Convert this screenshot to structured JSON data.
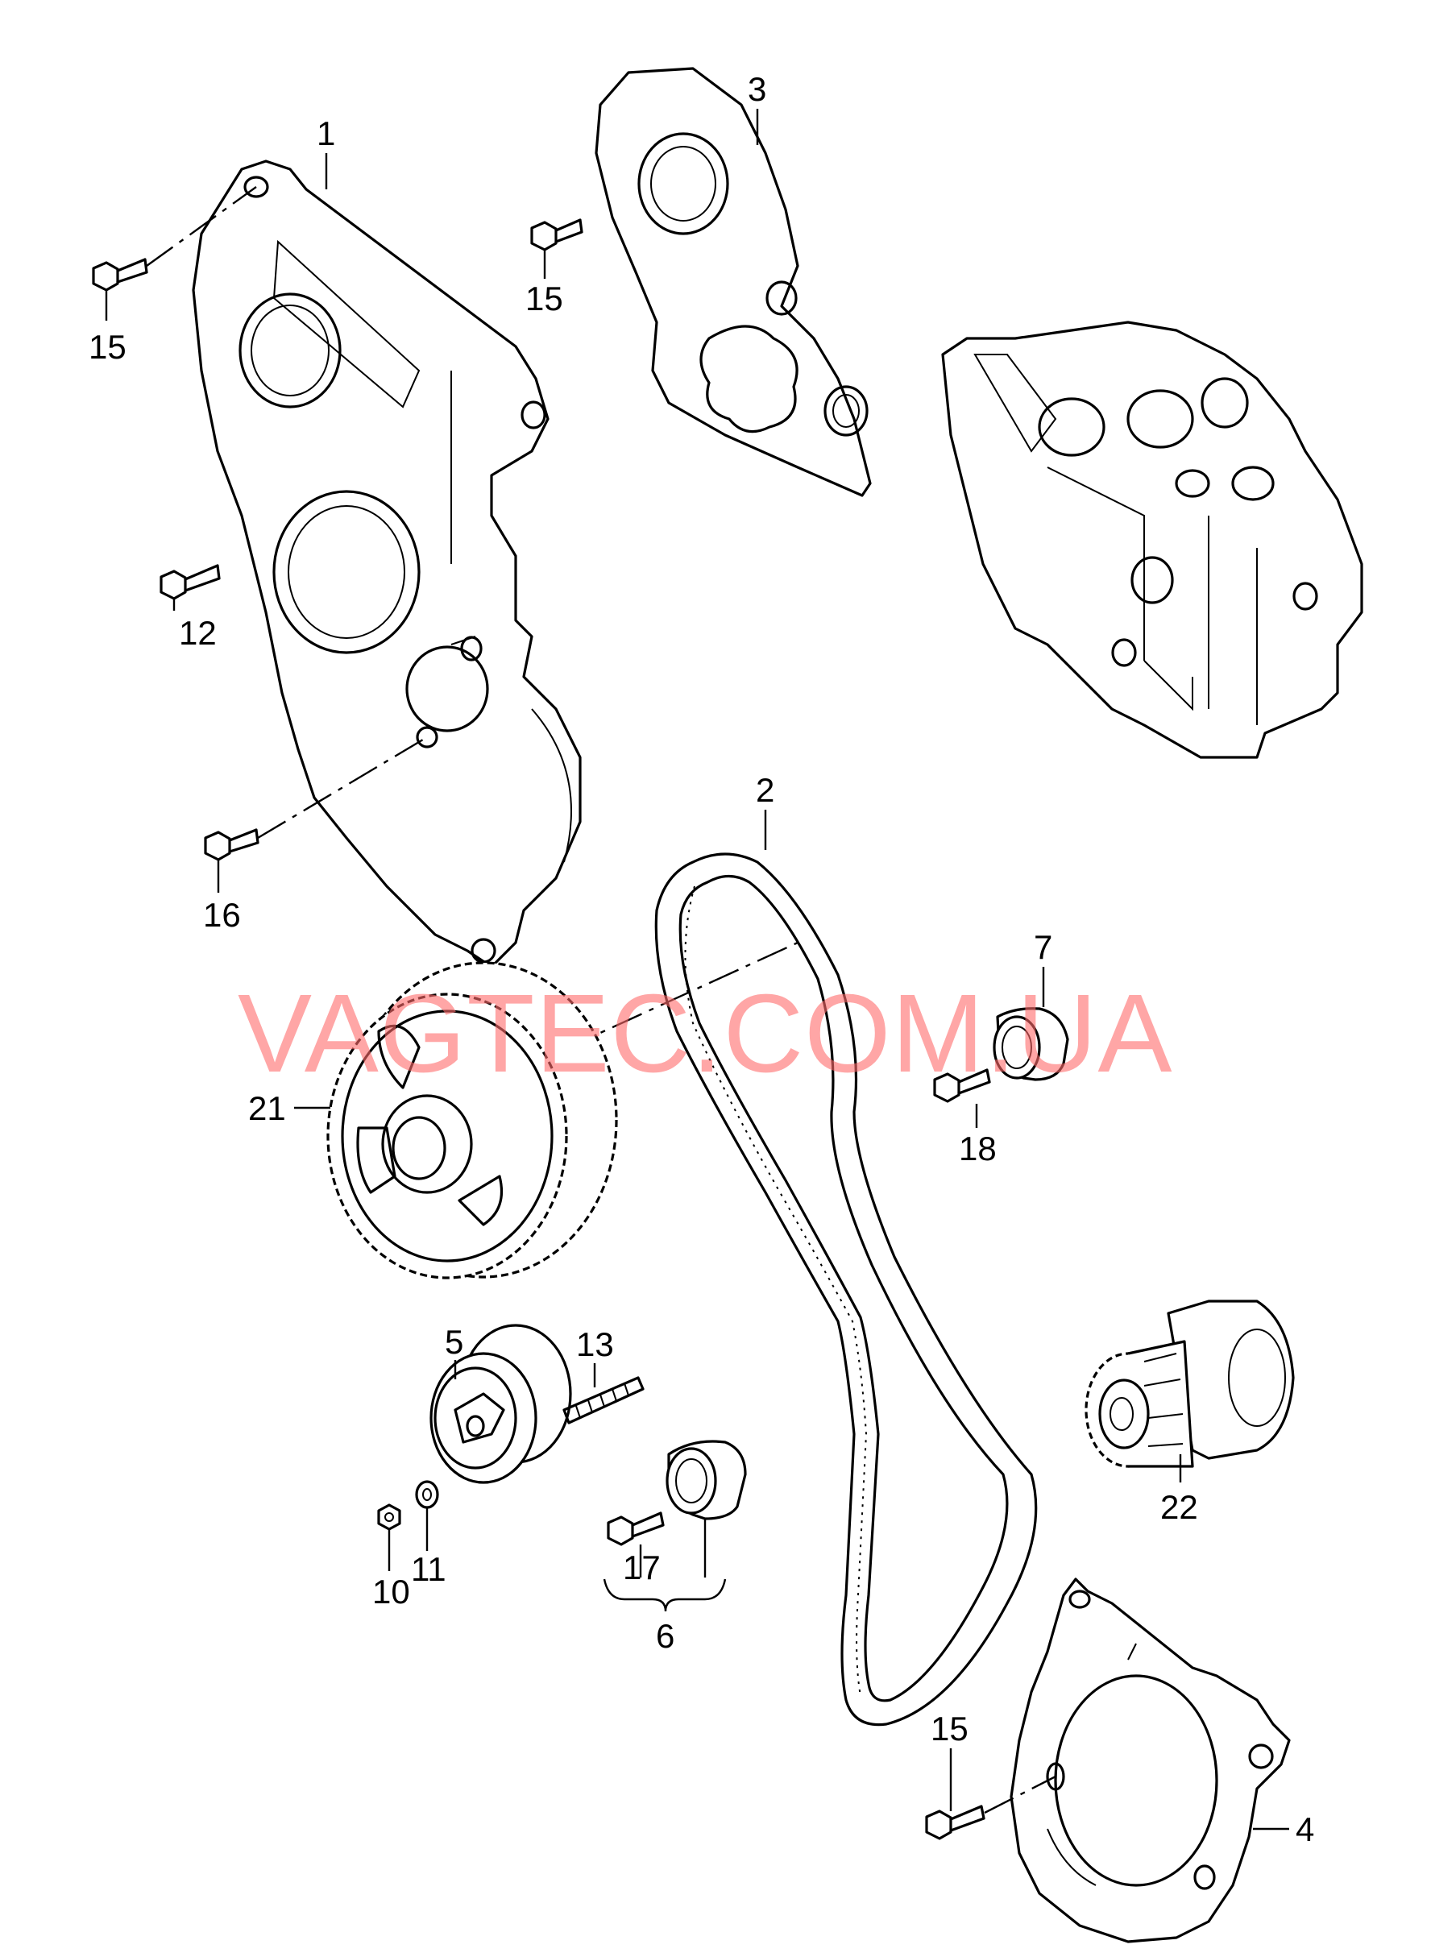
{
  "watermark": "VAGTEC.COM.UA",
  "colors": {
    "line": "#000000",
    "watermark": "#ff6b6b",
    "background": "#ffffff"
  },
  "callouts": {
    "c1": "1",
    "c2": "2",
    "c3": "3",
    "c4": "4",
    "c5": "5",
    "c6": "6",
    "c7": "7",
    "c10": "10",
    "c11": "11",
    "c12": "12",
    "c13": "13",
    "c15a": "15",
    "c15b": "15",
    "c15c": "15",
    "c16": "16",
    "c17": "17",
    "c18": "18",
    "c21": "21",
    "c22": "22"
  }
}
